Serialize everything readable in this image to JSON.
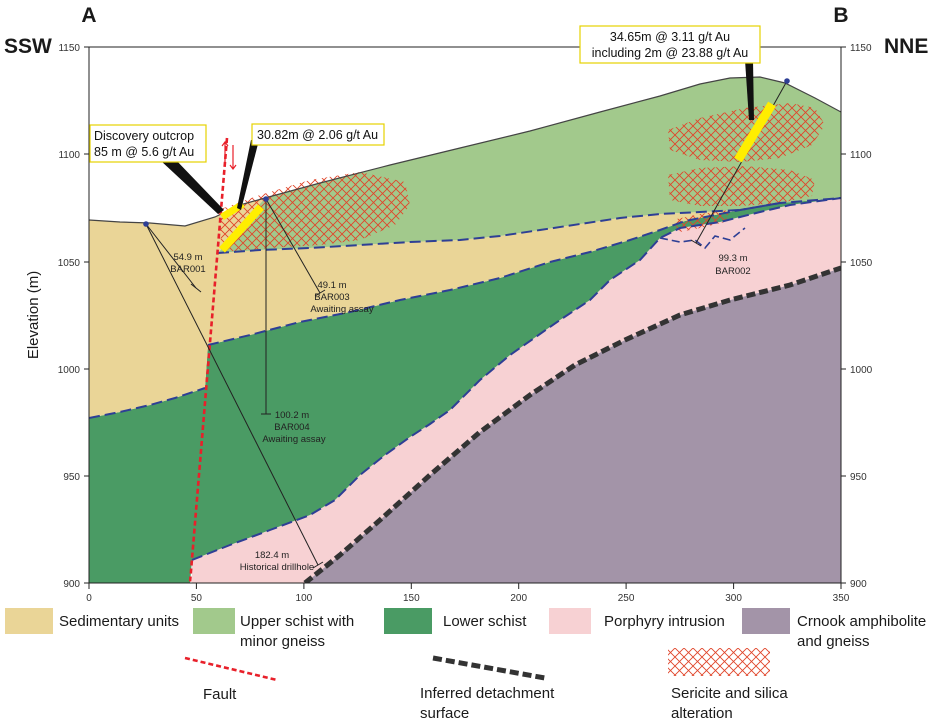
{
  "labels": {
    "a": "A",
    "b": "B",
    "ssw": "SSW",
    "nne": "NNE",
    "y_axis": "Elevation (m)"
  },
  "axes": {
    "x_ticks": [
      "0",
      "50",
      "100",
      "150",
      "200",
      "250",
      "300",
      "350"
    ],
    "y_ticks": [
      "900",
      "950",
      "1000",
      "1050",
      "1100",
      "1150"
    ]
  },
  "callouts": {
    "discovery_1": "Discovery outcrop",
    "discovery_2": "85 m @ 5.6 g/t Au",
    "intercept_bar003": "30.82m @ 2.06 g/t Au",
    "intercept_bar002_1": "34.65m @ 3.11 g/t Au",
    "intercept_bar002_2": "including 2m @ 23.88 g/t Au"
  },
  "drillholes": {
    "bar001_depth": "54.9 m",
    "bar001_name": "BAR001",
    "bar003_depth": "49.1 m",
    "bar003_name": "BAR003",
    "bar003_status": "Awaiting assay",
    "bar004_depth": "100.2 m",
    "bar004_name": "BAR004",
    "bar004_status": "Awaiting assay",
    "hist_depth": "182.4 m",
    "hist_name": "Historical drillhole",
    "bar002_depth": "99.3 m",
    "bar002_name": "BAR002"
  },
  "legend": {
    "sedimentary": "Sedimentary units",
    "upper_1": "Upper schist with",
    "upper_2": "minor gneiss",
    "lower": "Lower schist",
    "porphyry": "Porphyry intrusion",
    "crnook_1": "Crnook amphibolite",
    "crnook_2": "and gneiss",
    "fault": "Fault",
    "detach_1": "Inferred detachment",
    "detach_2": "surface",
    "alteration_1": "Sericite and silica",
    "alteration_2": "alteration"
  },
  "colors": {
    "sedimentary": "#ead597",
    "upper_schist": "#a2c98c",
    "lower_schist": "#4a9b64",
    "porphyry": "#f7d1d3",
    "crnook": "#a394a8",
    "fault": "#e8202a",
    "alteration": "#e0452a",
    "contact": "#2e3f95",
    "intercept": "#ffee00"
  }
}
